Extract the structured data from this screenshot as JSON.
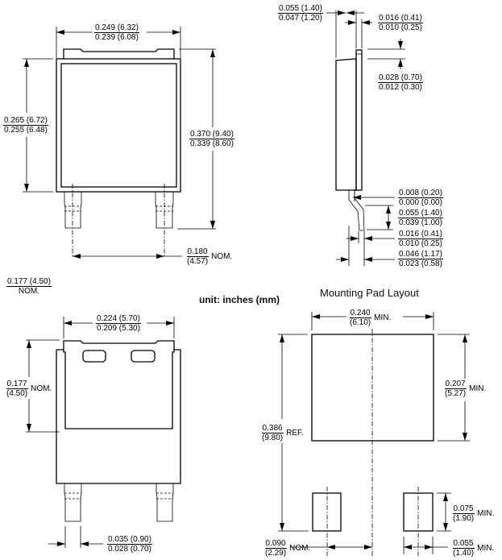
{
  "drawing": {
    "unit_label": "unit: inches (mm)",
    "pad_layout_title": "Mounting Pad Layout"
  },
  "top_view": {
    "width": {
      "max": "0.249 (6.32)",
      "min": "0.239 (6.08)"
    },
    "body_height": {
      "max": "0.265 (6.72)",
      "min": "0.255 (6.48)"
    },
    "overall_height": {
      "max": "0.370 (9.40)",
      "min": "0.339 (8.60)"
    },
    "lead_pitch": {
      "value": "0.180",
      "mm": "(4.57)",
      "suffix": "NOM."
    }
  },
  "side_view": {
    "thickness": {
      "max": "0.055 (1.40)",
      "min": "0.047 (1.20)"
    },
    "tab_thickness": {
      "max": "0.016 (0.41)",
      "min": "0.010 (0.25)"
    },
    "tab_protrusion": {
      "max": "0.028 (0.70)",
      "min": "0.012 (0.30)"
    },
    "standoff": {
      "max": "0.008 (0.20)",
      "min": "0.000 (0.00)"
    },
    "lead_length": {
      "max": "0.055 (1.40)",
      "min": "0.039 (1.00)"
    },
    "lead_thickness": {
      "max": "0.016 (0.41)",
      "min": "0.010 (0.25)"
    },
    "lead_offset": {
      "max": "0.046 (1.17)",
      "min": "0.023 (0.58)"
    }
  },
  "bottom_view": {
    "pad_top_note": {
      "value": "0.177 (4.50)",
      "suffix": "NOM."
    },
    "tab_width": {
      "max": "0.224 (5.70)",
      "min": "0.209 (5.30)"
    },
    "tab_height": {
      "value": "0.177",
      "mm": "(4.50)",
      "suffix": "NOM."
    },
    "lead_width": {
      "max": "0.035 (0.90)",
      "min": "0.028 (0.70)"
    }
  },
  "pad_layout": {
    "pad_width": {
      "value": "0.240",
      "mm": "(6.10)",
      "suffix": "MIN."
    },
    "pad_height": {
      "value": "0.207",
      "mm": "(5.27)",
      "suffix": "MIN."
    },
    "overall": {
      "value": "0.386",
      "mm": "(9.80)",
      "suffix": "REF."
    },
    "lead_pad_height": {
      "value": "0.075",
      "mm": "(1.90)",
      "suffix": "MIN."
    },
    "lead_offset": {
      "value": "0.090",
      "mm": "(2.29)",
      "suffix": "NOM."
    },
    "lead_pad_width": {
      "value": "0.055",
      "mm": "(1.40)",
      "suffix": "MIN."
    }
  }
}
